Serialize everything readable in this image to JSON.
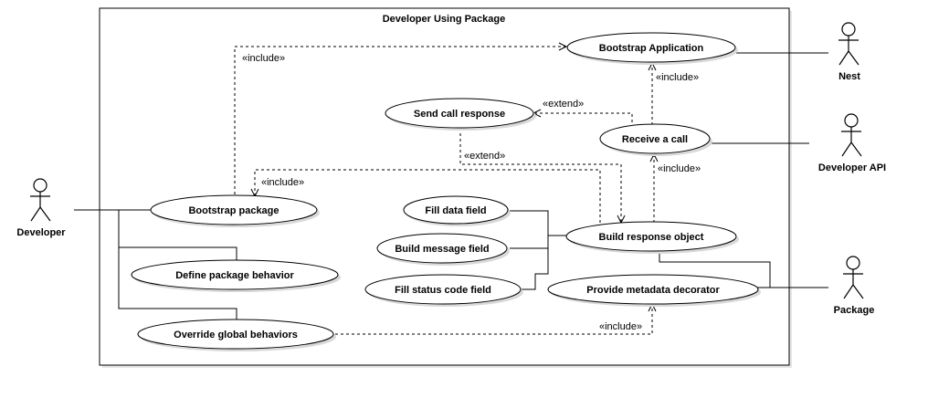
{
  "system": {
    "title": "Developer Using Package"
  },
  "actors": {
    "developer": "Developer",
    "nest": "Nest",
    "developer_api": "Developer API",
    "package": "Package"
  },
  "use_cases": {
    "bootstrap_application": "Bootstrap Application",
    "send_call_response": "Send call response",
    "receive_a_call": "Receive a call",
    "bootstrap_package": "Bootstrap package",
    "fill_data_field": "Fill data field",
    "build_message_field": "Build message field",
    "build_response_object": "Build response object",
    "define_package_behavior": "Define package behavior",
    "fill_status_code_field": "Fill status code field",
    "provide_metadata_decorator": "Provide metadata decorator",
    "override_global_behaviors": "Override global behaviors"
  },
  "relations": {
    "include_bootstrap_app": "«include»",
    "include_receive_call": "«include»",
    "extend_send_response": "«extend»",
    "extend_build_response": "«extend»",
    "include_bootstrap_package": "«include»",
    "include_receive_from_build": "«include»",
    "include_metadata": "«include»"
  }
}
